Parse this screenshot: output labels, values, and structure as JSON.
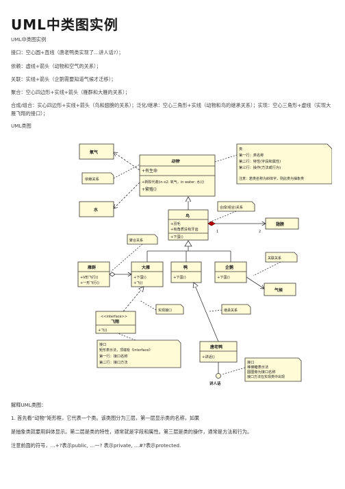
{
  "doc": {
    "title": "UML中类图实例",
    "intro_heading": "UML中类图实例",
    "lines": [
      "接口：空心圆+直线（唐老鸭类实现了…讲人话?）；",
      "依赖：虚线+箭头（动物和空气的关系）；",
      "关联：实线+箭头（企鹅需要知道气候才迁移）；",
      "聚合：空心四边形+实线+箭头（雁群和大雁的关系）；",
      "合成/组合：实心四边形+实线+箭头（鸟和翅膀的关系）；泛化/继承：空心三角形+实线（动物和鸟的继承关系）；实现：空心三角形+虚线（实现大雁飞翔的接口）；"
    ],
    "diagram_heading": "UML类图",
    "explain_heading": "解释UML类图：",
    "explain_lines": [
      "1. 首先看“动物”矩形框，它代表一个类。该类图分为三层，第一层显示类的名称，如果",
      "是抽象类就要用斜体显示。第二层是类的特性，通常就是字段和属性。第三层是类的操作，通常是方法和行为。",
      "注意前面的符号，…+?表示public, …一? 表示private, …#?表示protected."
    ]
  },
  "diagram": {
    "air": "氧气",
    "water": "水",
    "animal": "动物",
    "animal_attr": "+有生命",
    "animal_ops1": "+新陈代谢(in o2: 氧气，in water: 水)()",
    "animal_ops2": "+繁殖()",
    "bird": "鸟",
    "bird_attr1": "+羽毛",
    "bird_attr2": "+有角质没有牙齿",
    "bird_op": "+下蛋()",
    "wing": "翅膀",
    "goose_group": "雁群",
    "goose_group_op1": "+V形飞行()",
    "goose_group_op2": "+一形飞行()",
    "goose": "大雁",
    "goose_op1": "+下蛋()",
    "goose_op2": "+飞()",
    "duck": "鸭",
    "duck_op": "+下蛋()",
    "penguin": "企鹅",
    "penguin_op": "+下蛋()",
    "climate": "气候",
    "fly_interface_stereo": "<<interface>>",
    "fly_interface": "飞翔",
    "fly_op": "+飞()",
    "tang_duck": "唐老鸭",
    "tang_op": "+讲话()",
    "speak": "讲人话",
    "note_class": [
      "类",
      "第一行：类名称",
      "第二行：特性(字段和属性)",
      "第三行：操作(方法或行为)",
      "",
      "注意：若类名称为斜体字，则此类为抽象类"
    ],
    "note_dependency": "依赖关系",
    "note_composition": "合成(组合)关系",
    "note_aggregation": "聚合关系",
    "note_association": "关联关系",
    "note_realize": "实现接口",
    "note_inherit": "继承关系",
    "note_interface": [
      "接口",
      "矩形表示法，顶端有《interface》",
      "第一行：接口名称",
      "第二行：接口方法"
    ],
    "note_lollipop": [
      "接口",
      "棒棒糖表示法",
      "圆圈旁为接口名称",
      "接口方法在实现类中出现"
    ],
    "mult_1": "1",
    "mult_2": "2"
  }
}
